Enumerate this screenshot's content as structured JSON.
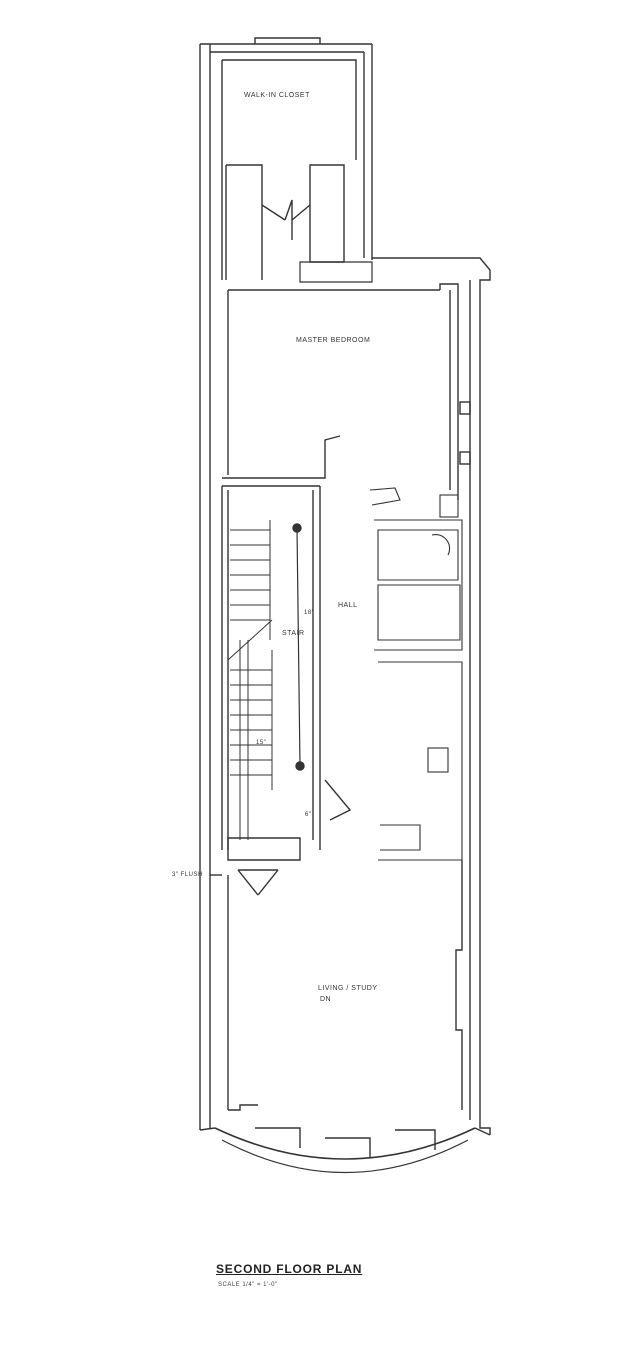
{
  "drawing": {
    "title": "SECOND FLOOR PLAN",
    "scale": "SCALE 1/4\" = 1'-0\""
  },
  "rooms": {
    "top_room": "WALK-IN CLOSET",
    "master": "MASTER BEDROOM",
    "hall": "HALL",
    "stair": "STAIR",
    "front_room_line1": "LIVING / STUDY",
    "front_room_line2": "DN"
  },
  "notes": {
    "door_note": "3\" FLUSH",
    "dim_a": "18\"",
    "dim_b": "15\"",
    "dim_c": "6\""
  }
}
